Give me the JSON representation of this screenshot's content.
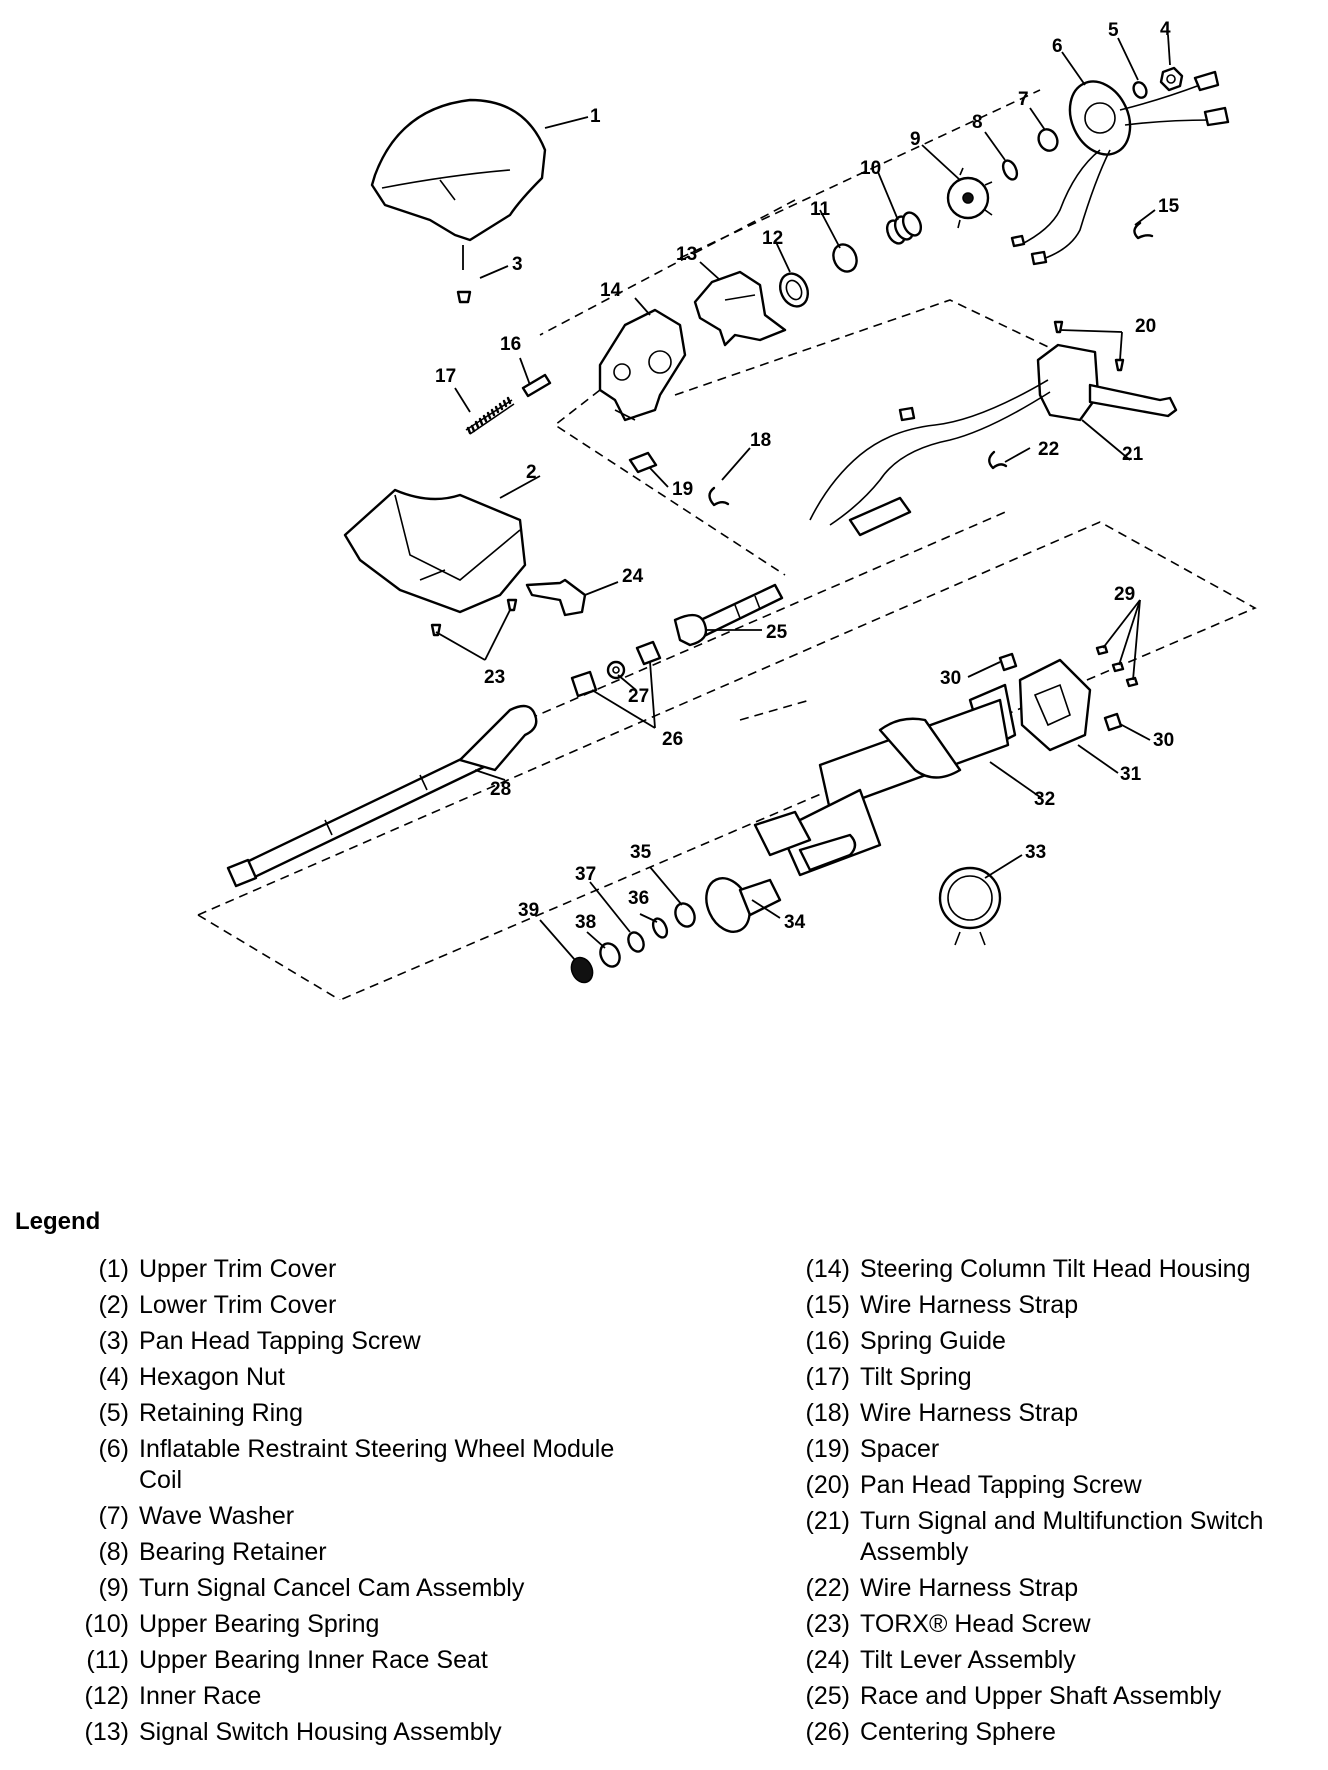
{
  "callouts": {
    "c1": "1",
    "c2": "2",
    "c3": "3",
    "c4": "4",
    "c5": "5",
    "c6": "6",
    "c7": "7",
    "c8": "8",
    "c9": "9",
    "c10": "10",
    "c11": "11",
    "c12": "12",
    "c13": "13",
    "c14": "14",
    "c15": "15",
    "c16": "16",
    "c17": "17",
    "c18": "18",
    "c19": "19",
    "c20": "20",
    "c21": "21",
    "c22": "22",
    "c23": "23",
    "c24": "24",
    "c25": "25",
    "c26": "26",
    "c27": "27",
    "c28": "28",
    "c29": "29",
    "c30a": "30",
    "c30b": "30",
    "c31": "31",
    "c32": "32",
    "c33": "33",
    "c34": "34",
    "c35": "35",
    "c36": "36",
    "c37": "37",
    "c38": "38",
    "c39": "39"
  },
  "legend": {
    "title": "Legend",
    "left": [
      {
        "num": "(1)",
        "text": "Upper Trim Cover"
      },
      {
        "num": "(2)",
        "text": "Lower Trim Cover"
      },
      {
        "num": "(3)",
        "text": "Pan Head Tapping Screw"
      },
      {
        "num": "(4)",
        "text": "Hexagon Nut"
      },
      {
        "num": "(5)",
        "text": "Retaining Ring"
      },
      {
        "num": "(6)",
        "text": "Inflatable Restraint Steering Wheel Module Coil"
      },
      {
        "num": "(7)",
        "text": "Wave Washer"
      },
      {
        "num": "(8)",
        "text": "Bearing Retainer"
      },
      {
        "num": "(9)",
        "text": "Turn Signal Cancel Cam Assembly"
      },
      {
        "num": "(10)",
        "text": "Upper Bearing Spring"
      },
      {
        "num": "(11)",
        "text": "Upper Bearing Inner Race Seat"
      },
      {
        "num": "(12)",
        "text": "Inner Race"
      },
      {
        "num": "(13)",
        "text": "Signal Switch Housing Assembly"
      }
    ],
    "right": [
      {
        "num": "(14)",
        "text": "Steering Column Tilt Head Housing"
      },
      {
        "num": "(15)",
        "text": "Wire Harness Strap"
      },
      {
        "num": "(16)",
        "text": "Spring Guide"
      },
      {
        "num": "(17)",
        "text": "Tilt Spring"
      },
      {
        "num": "(18)",
        "text": "Wire Harness Strap"
      },
      {
        "num": "(19)",
        "text": "Spacer"
      },
      {
        "num": "(20)",
        "text": "Pan Head Tapping Screw"
      },
      {
        "num": "(21)",
        "text": "Turn Signal and Multifunction Switch Assembly"
      },
      {
        "num": "(22)",
        "text": "Wire Harness Strap"
      },
      {
        "num": "(23)",
        "text": "TORX® Head Screw"
      },
      {
        "num": "(24)",
        "text": "Tilt Lever Assembly"
      },
      {
        "num": "(25)",
        "text": "Race and Upper Shaft Assembly"
      },
      {
        "num": "(26)",
        "text": "Centering Sphere"
      }
    ]
  }
}
